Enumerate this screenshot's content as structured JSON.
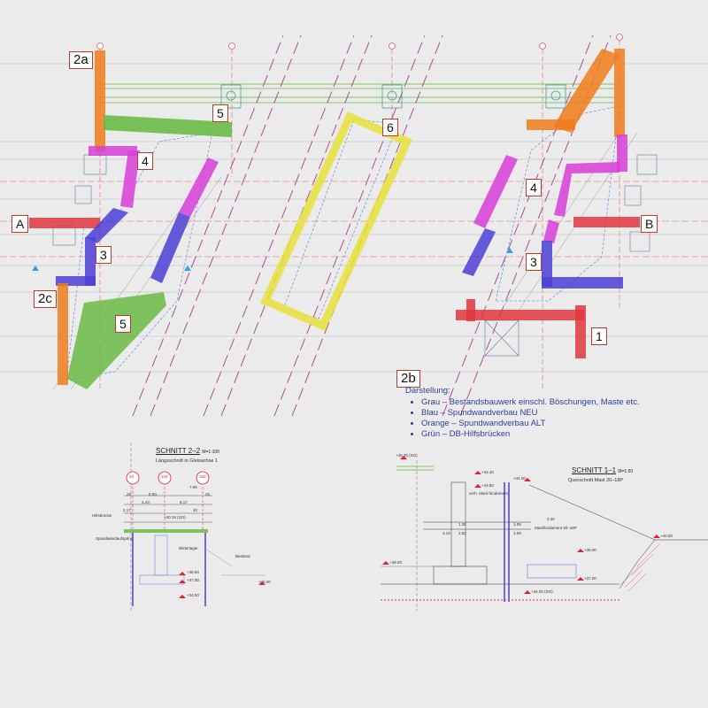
{
  "plan": {
    "callouts": {
      "c2a": "2a",
      "c5_top": "5",
      "c4_left": "4",
      "cA": "A",
      "c3_left": "3",
      "c2c": "2c",
      "c5_bottom": "5",
      "c6": "6",
      "c4_right": "4",
      "cB": "B",
      "c3_right": "3",
      "c1": "1",
      "c2b": "2b"
    },
    "colors": {
      "grey": "#a9a9a9",
      "blue": "#4b3fd6",
      "orange": "#f07d1c",
      "green": "#63b83d",
      "magenta": "#d83dd8",
      "red": "#e2363f",
      "yellow": "#e8e23a",
      "purple_dash": "#b04c9a"
    }
  },
  "legend": {
    "title": "Darstellung:",
    "items": [
      "Grau – Bestandsbauwerk einschl. Böschungen, Maste etc.",
      "Blau – Spundwandverbau  NEU",
      "Orange – Spundwandverbau  ALT",
      "Grün – DB-Hilfsbrücken"
    ]
  },
  "section22": {
    "title": "SCHNITT  2–2",
    "scale": "M=1:100",
    "subtitle": "Längsschnitt in Gleisachse 1",
    "axes": [
      "5d",
      "10d",
      "15d"
    ],
    "dims": [
      "6.00",
      "7.95",
      "4.43",
      "5.17",
      "25",
      "25",
      "40",
      "2.17"
    ],
    "labels": [
      "Hilfsbrücke",
      "Spundwandaufspring",
      "Widerlager",
      "Bestand"
    ],
    "levels": [
      "+40.18 (SO)",
      "+36.60",
      "+37.00",
      "+34.00",
      "+36.00"
    ]
  },
  "section11": {
    "title": "SCHNITT  1–1",
    "scale": "M=1:50",
    "subtitle": "Querschnitt Mast 20–18P",
    "dims": [
      "3.40",
      "1.30",
      "2.82",
      "1.09",
      "3.19",
      "1.09"
    ],
    "labels": [
      "verh. Mast-fundament",
      "Mastfundament 20–18P"
    ],
    "levels": [
      "+45.25 (SO)",
      "+44.40",
      "+43.60",
      "+44.00",
      "+40.00",
      "+39.00",
      "+38.00",
      "+37.00",
      "+34.00 (SO)"
    ]
  }
}
